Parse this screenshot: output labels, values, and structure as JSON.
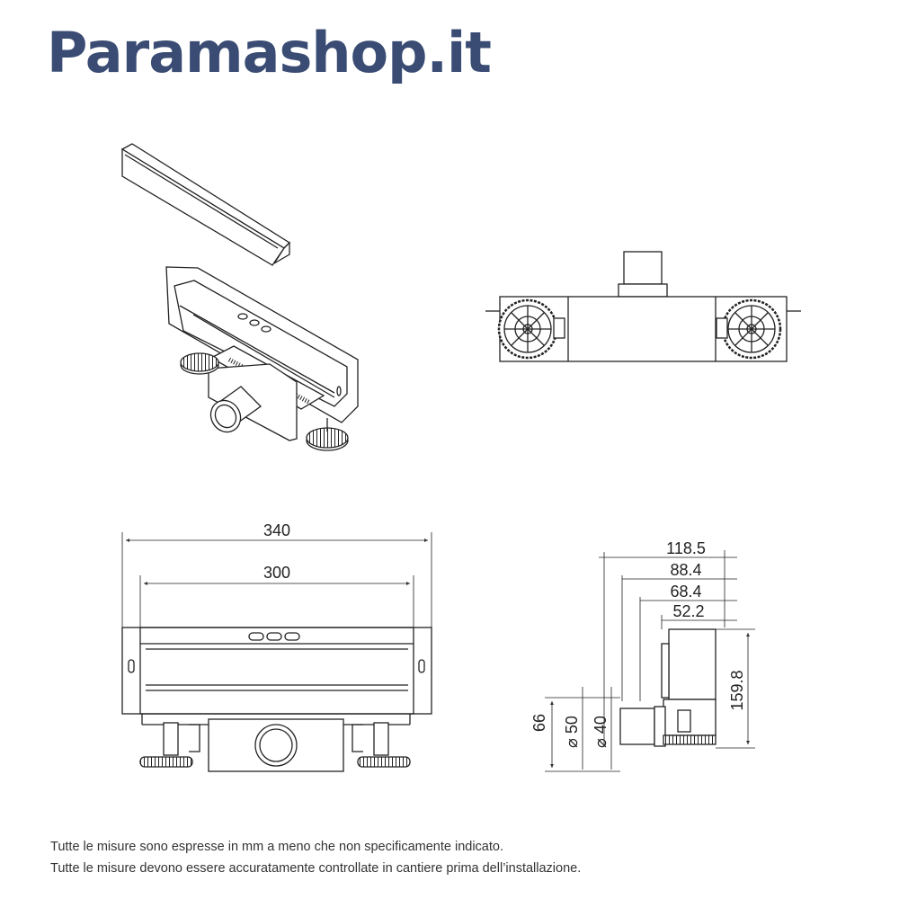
{
  "brand": {
    "name": "Paramashop.it",
    "color": "#3a4c73"
  },
  "front_view": {
    "dim_overall": "340",
    "dim_inner": "300"
  },
  "side_view": {
    "dim_1": "118.5",
    "dim_2": "88.4",
    "dim_3": "68.4",
    "dim_4": "52.2",
    "dim_height": "159.8",
    "dim_outlet_height": "66",
    "dim_dia_outer": "⌀ 50",
    "dim_dia_inner": "⌀ 40"
  },
  "notes": {
    "line1": "Tutte le misure sono espresse in mm a meno che non specificamente indicato.",
    "line2": "Tutte le misure devono essere accuratamente controllate in cantiere prima dell’installazione."
  }
}
